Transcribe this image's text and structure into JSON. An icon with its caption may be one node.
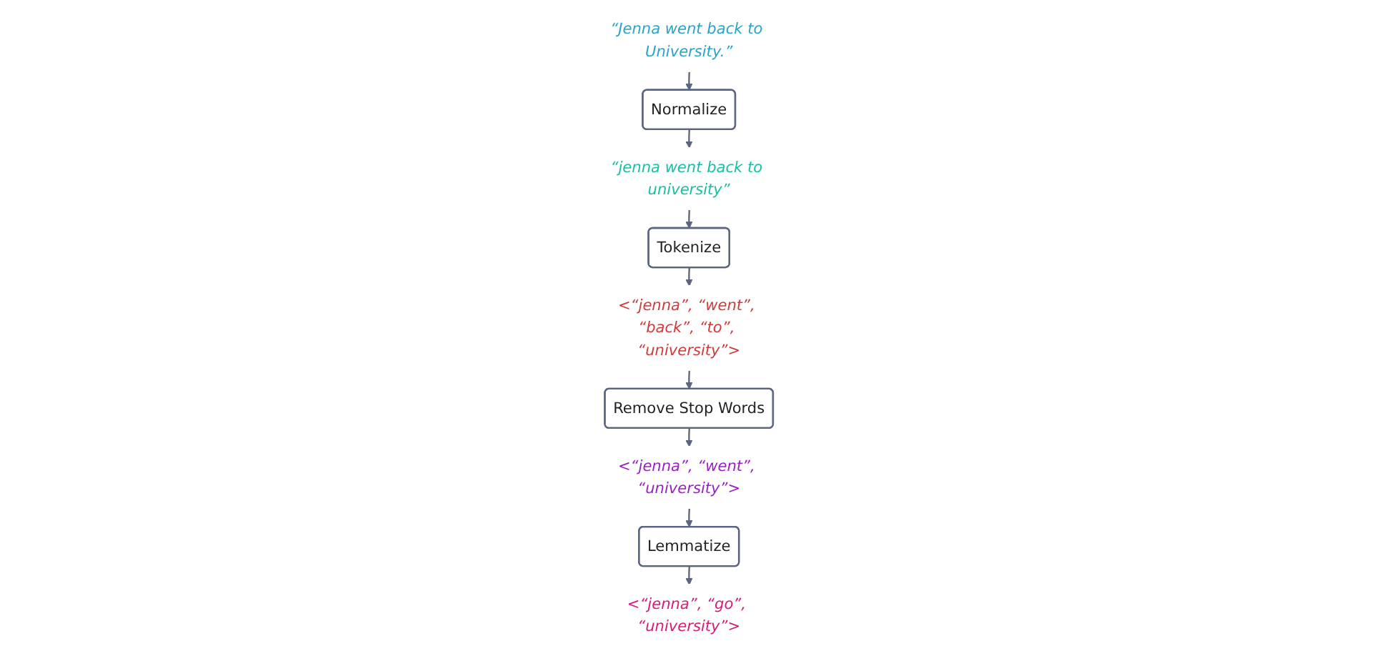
{
  "diagram": {
    "nodes": [
      {
        "text": [
          "“Jenna went back to University.”"
        ]
      },
      {
        "text": [
          "Normalize"
        ]
      },
      {
        "text": [
          "“jenna went back to university”"
        ]
      },
      {
        "text": [
          "Tokenize"
        ]
      },
      {
        "text": [
          "<“jenna”, “went”, “back”, “to”, “university”>"
        ]
      },
      {
        "text": [
          "Remove Stop Words"
        ]
      },
      {
        "text": [
          "<“jenna”, “went”, “university”>"
        ]
      },
      {
        "text": [
          "Lemmatize"
        ]
      },
      {
        "text": [
          "<“jenna”, “go”, “university”>"
        ]
      }
    ],
    "edges": [
      {
        "from": 0,
        "to": 1,
        "arrow": "to"
      },
      {
        "from": 1,
        "to": 2,
        "arrow": "to"
      },
      {
        "from": 2,
        "to": 3,
        "arrow": "to"
      },
      {
        "from": 3,
        "to": 4,
        "arrow": "to"
      },
      {
        "from": 4,
        "to": 5,
        "arrow": "to"
      },
      {
        "from": 5,
        "to": 6,
        "arrow": "to"
      },
      {
        "from": 6,
        "to": 7,
        "arrow": "to"
      },
      {
        "from": 7,
        "to": 8,
        "arrow": "to"
      }
    ]
  }
}
